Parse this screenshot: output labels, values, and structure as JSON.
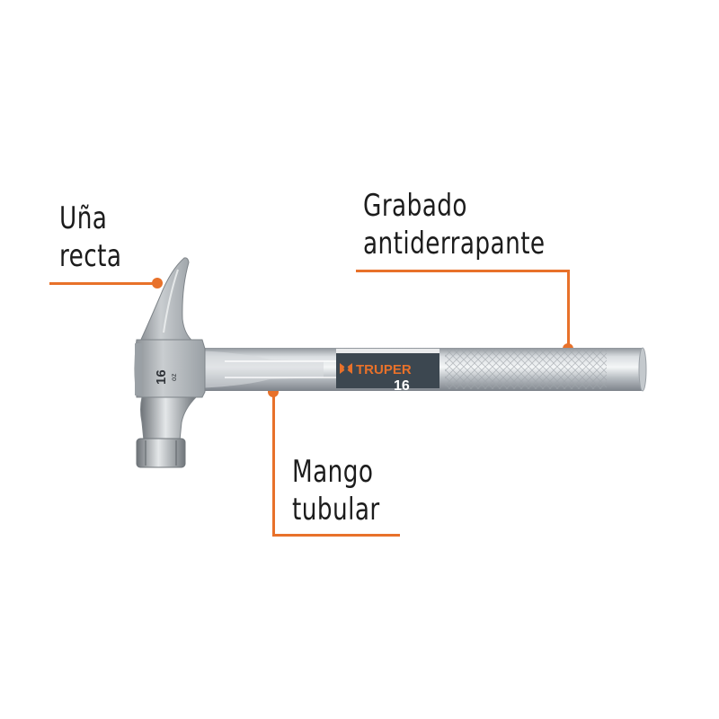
{
  "callouts": {
    "claw": {
      "line1": "Uña",
      "line2": "recta"
    },
    "grip": {
      "line1": "Grabado",
      "line2": "antiderrapante"
    },
    "handle": {
      "line1": "Mango",
      "line2": "tubular"
    }
  },
  "product": {
    "brand": "TRUPER",
    "head_marking_weight": "16",
    "head_marking_unit": "oz",
    "label_weight": "16"
  },
  "colors": {
    "accent": "#e8712a",
    "text": "#1c1c1c",
    "label_band": "#3c4750",
    "steel": "#b9bec3"
  }
}
